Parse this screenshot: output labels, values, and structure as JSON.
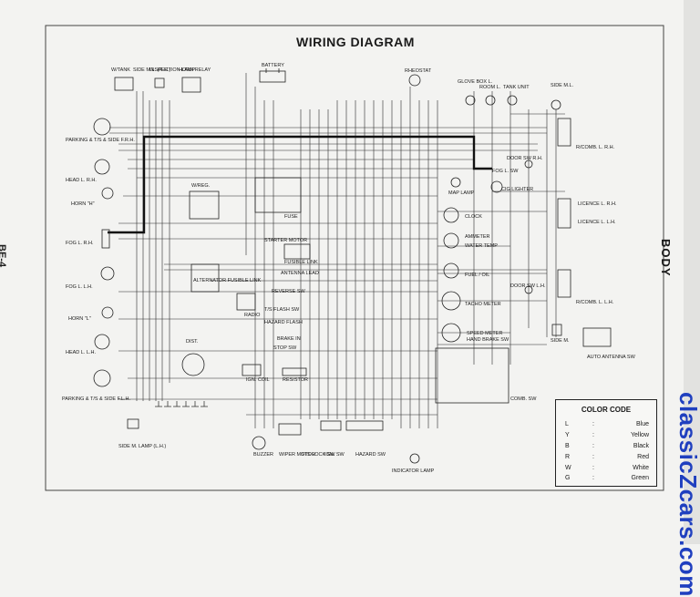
{
  "title": "WIRING DIAGRAM",
  "page_number": "BE-4",
  "section": "BODY",
  "watermark": "classicZcars.com",
  "components": {
    "left": [
      "W/TANK",
      "SIDE M.L. (R.H.)",
      "INSPECTION LAMP",
      "HORN RELAY",
      "PARKING & T/S & SIDE F.R.H.",
      "HEAD L. R.H.",
      "HORN \"H\"",
      "FOG L. R.H.",
      "FOG L. L.H.",
      "HORN \"L\"",
      "HEAD L. L.H.",
      "PARKING & T/S & SIDE F.L.H.",
      "SIDE M. LAMP (L.H.)"
    ],
    "center": [
      "BATTERY",
      "W/REG.",
      "ALTERNATOR FUSIBLE LINK",
      "STARTER MOTOR",
      "FUSIBLE LINK",
      "FUSE",
      "ANTENNA LEAD",
      "REVERSE SW",
      "T/S FLASH SW",
      "HAZARD FLASH",
      "BRAKE IN",
      "STOP SW",
      "RADIO",
      "DIST.",
      "IGN. COIL",
      "RESISTOR",
      "BUZZER",
      "WIPER MOTOR",
      "STS LOCK SW",
      "IGN. SW",
      "HAZARD SW",
      "INDICATOR LAMP",
      "COMB. SW"
    ],
    "right": [
      "RHEOSTAT",
      "GLOVE BOX L.",
      "ROOM L.",
      "TANK UNIT",
      "SIDE M.L.",
      "R/COMB. L. R.H.",
      "DOOR SW R.H.",
      "FOG L. SW",
      "MAP LAMP",
      "CIG LIGHTER",
      "CLOCK",
      "AMMETER",
      "WATER TEMP",
      "FUEL / OIL",
      "TACHO METER",
      "DOOR SW L.H.",
      "LICENCE L. R.H.",
      "LICENCE L. L.H.",
      "R/COMB. L. L.H.",
      "SPEED METER",
      "HAND BRAKE SW",
      "SIDE M.",
      "AUTO ANTENNA SW"
    ]
  },
  "color_code": {
    "title": "COLOR CODE",
    "rows": [
      {
        "code": "L",
        "sep": ":",
        "name": "Blue"
      },
      {
        "code": "Y",
        "sep": ":",
        "name": "Yellow"
      },
      {
        "code": "B",
        "sep": ":",
        "name": "Black"
      },
      {
        "code": "R",
        "sep": ":",
        "name": "Red"
      },
      {
        "code": "W",
        "sep": ":",
        "name": "White"
      },
      {
        "code": "G",
        "sep": ":",
        "name": "Green"
      }
    ]
  }
}
